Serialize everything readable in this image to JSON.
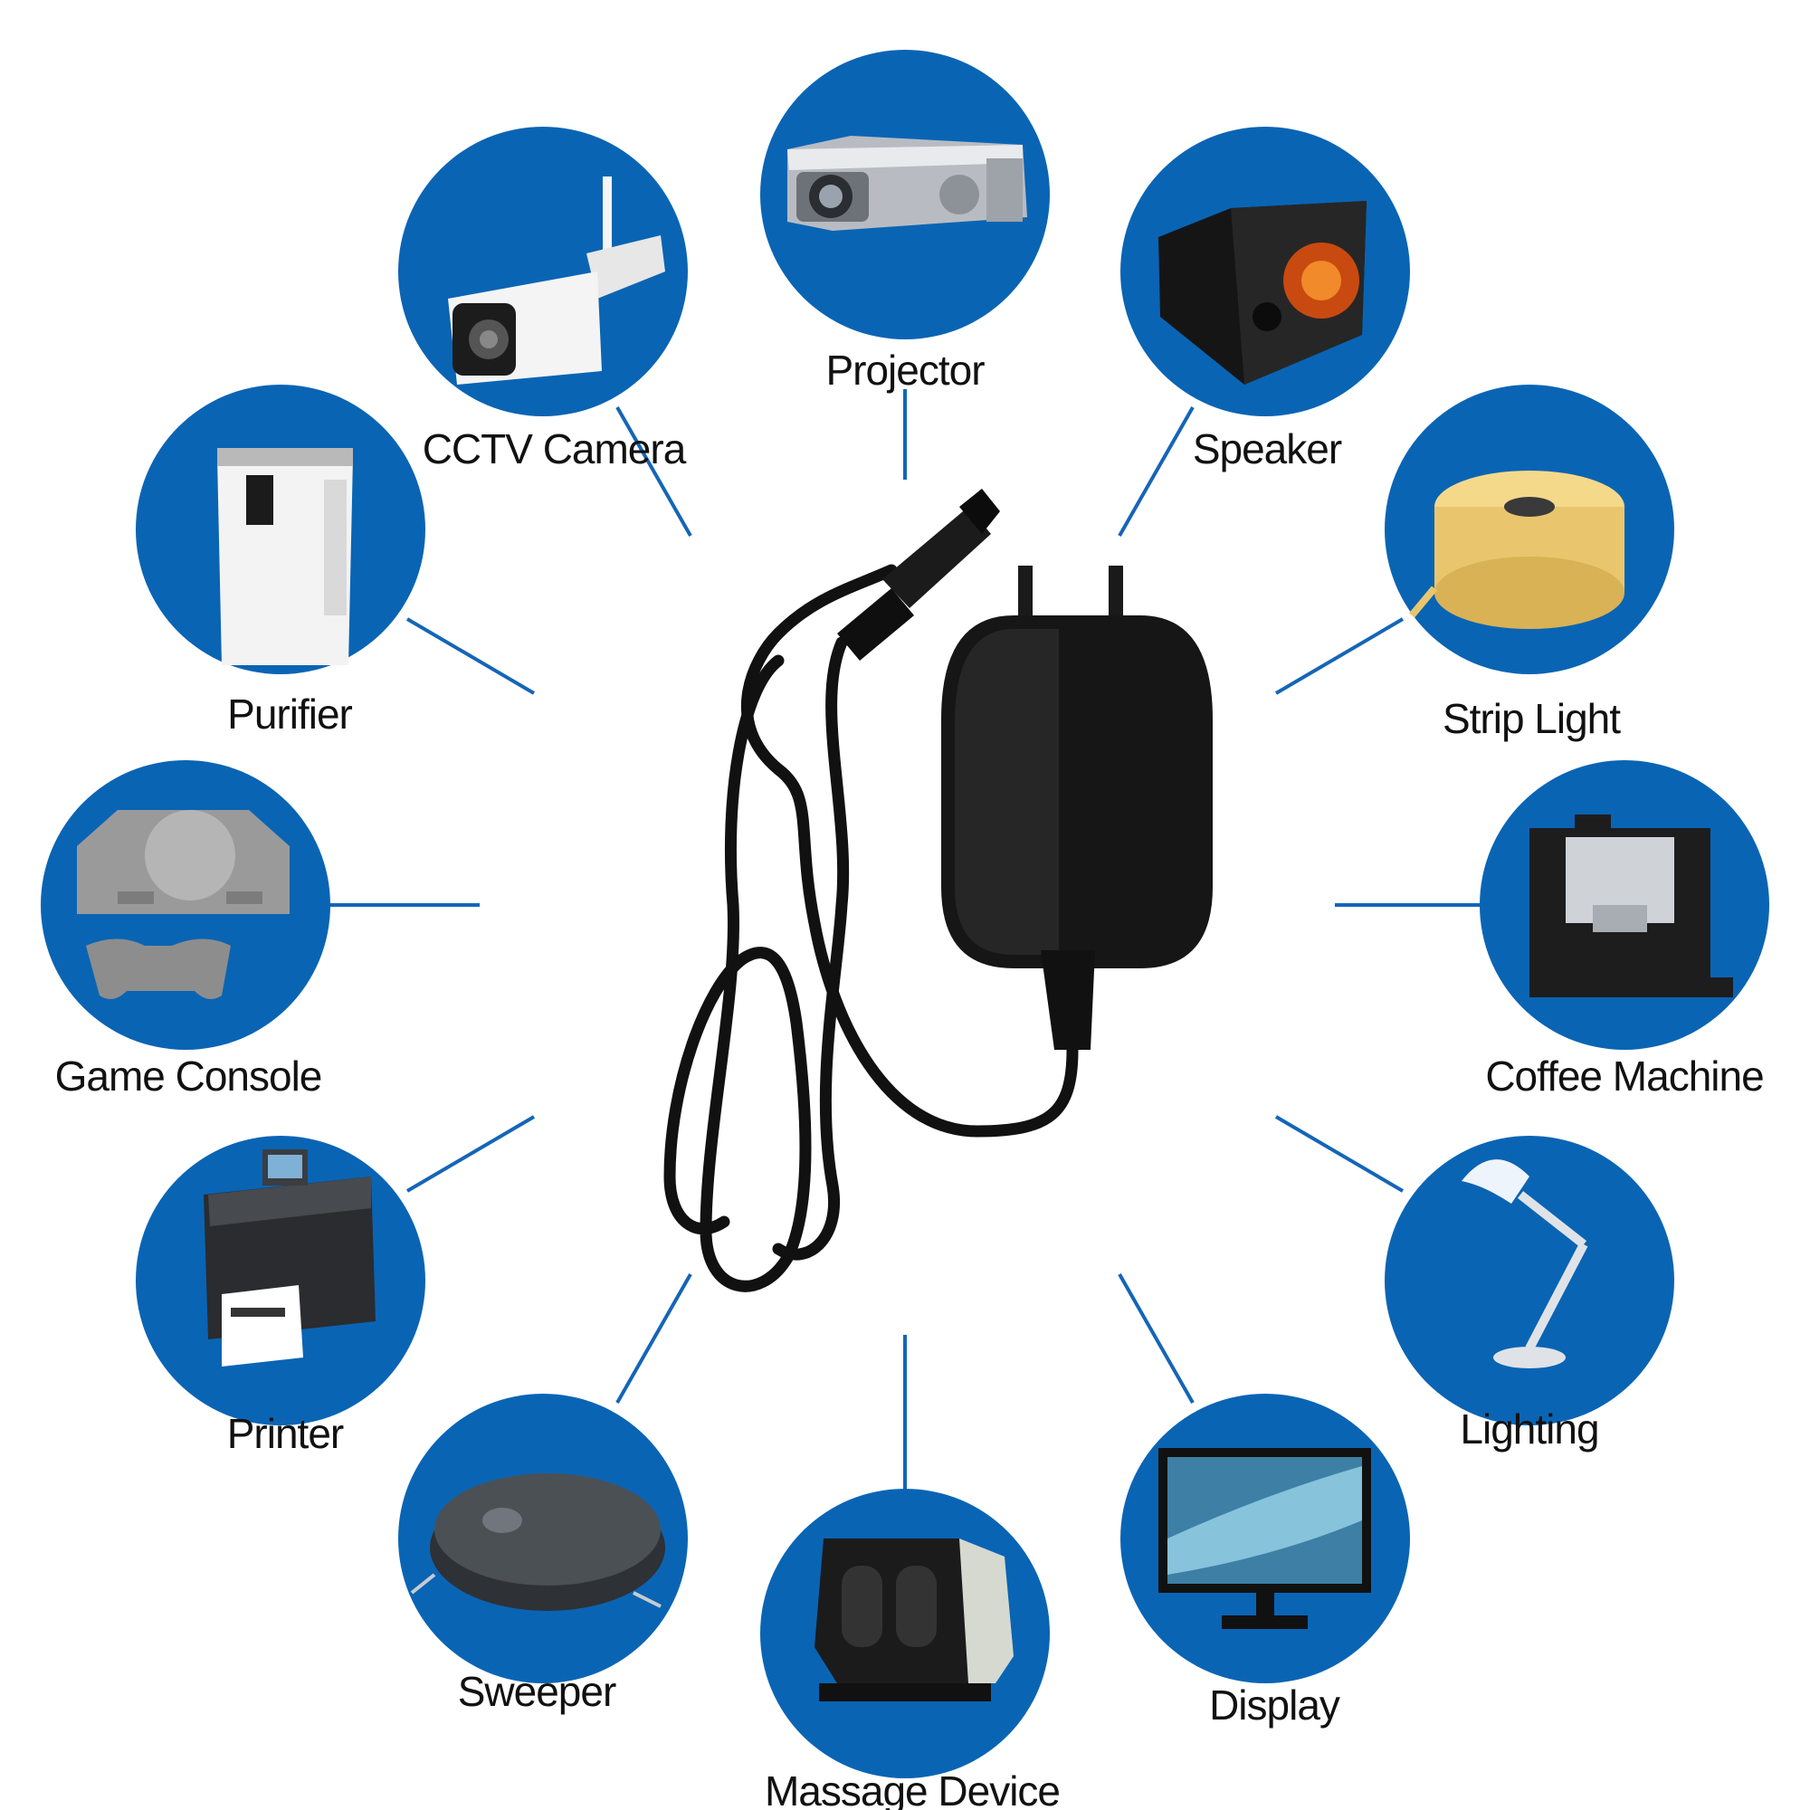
{
  "colors": {
    "circle": "#0a64b4",
    "line": "#1565b8",
    "icon_light": "#ffffff",
    "icon_dark": "#222222",
    "adapter": "#161616"
  },
  "devices": [
    {
      "id": "projector",
      "label": "Projector",
      "icon": "projector-icon"
    },
    {
      "id": "speaker",
      "label": "Speaker",
      "icon": "speaker-icon"
    },
    {
      "id": "strip-light",
      "label": "Strip Light",
      "icon": "led-strip-reel-icon"
    },
    {
      "id": "coffee-machine",
      "label": "Coffee Machine",
      "icon": "coffee-machine-icon"
    },
    {
      "id": "lighting",
      "label": "Lighting",
      "icon": "desk-lamp-icon"
    },
    {
      "id": "display",
      "label": "Display",
      "icon": "monitor-icon"
    },
    {
      "id": "massage-device",
      "label": "Massage Device",
      "icon": "foot-massager-icon"
    },
    {
      "id": "sweeper",
      "label": "Sweeper",
      "icon": "robot-vacuum-icon"
    },
    {
      "id": "printer",
      "label": "Printer",
      "icon": "label-printer-icon"
    },
    {
      "id": "game-console",
      "label": "Game Console",
      "icon": "game-console-icon"
    },
    {
      "id": "purifier",
      "label": "Purifier",
      "icon": "air-purifier-icon"
    },
    {
      "id": "cctv-camera",
      "label": "CCTV Camera",
      "icon": "security-camera-icon"
    }
  ],
  "center": {
    "icon": "power-adapter-icon"
  }
}
